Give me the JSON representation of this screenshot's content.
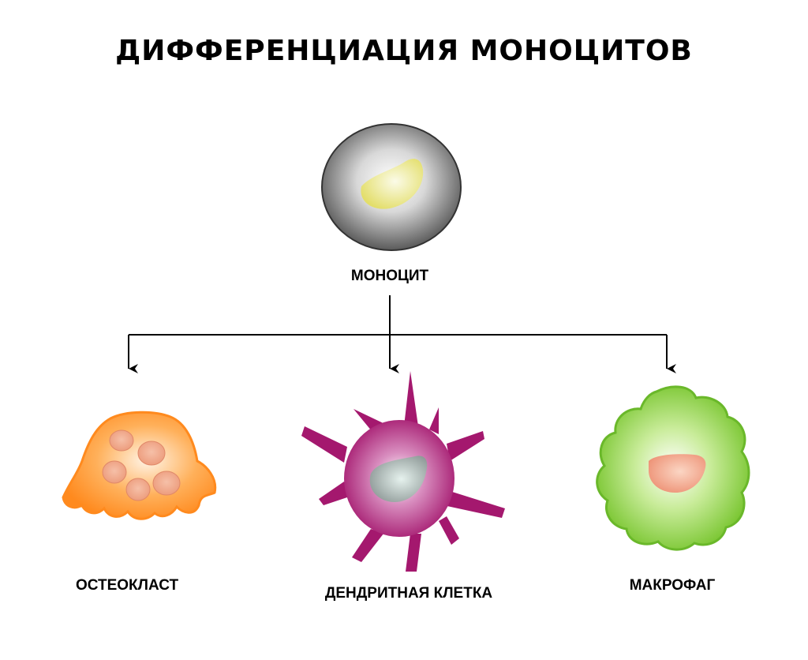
{
  "title": "ДИФФЕРЕНЦИАЦИЯ МОНОЦИТОВ",
  "source_cell": {
    "label": "МОНОЦИТ",
    "icon": "monocyte-cell-icon",
    "color": "#555555",
    "nucleus_color": "#e6e27a"
  },
  "derived_cells": [
    {
      "label": "ОСТЕОКЛАСТ",
      "icon": "osteoclast-cell-icon",
      "color": "#ff8a1e",
      "nucleus_color": "#f0a080"
    },
    {
      "label": "ДЕНДРИТНАЯ КЛЕТКА",
      "icon": "dendritic-cell-icon",
      "color": "#b0207a",
      "nucleus_color": "#9fb0a8"
    },
    {
      "label": "МАКРОФАГ",
      "icon": "macrophage-cell-icon",
      "color": "#7cc832",
      "nucleus_color": "#f09a80"
    }
  ]
}
